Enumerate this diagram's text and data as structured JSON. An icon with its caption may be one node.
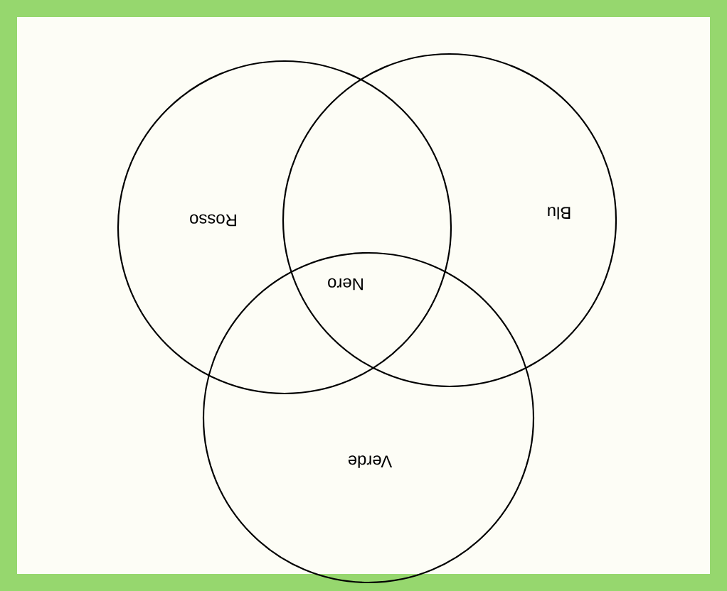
{
  "diagram": {
    "nodes": [
      {
        "text": [
          "Rosso"
        ]
      },
      {
        "text": [
          "Blu"
        ]
      },
      {
        "text": [
          "Verde"
        ]
      }
    ],
    "labels": [
      "Nero"
    ]
  }
}
